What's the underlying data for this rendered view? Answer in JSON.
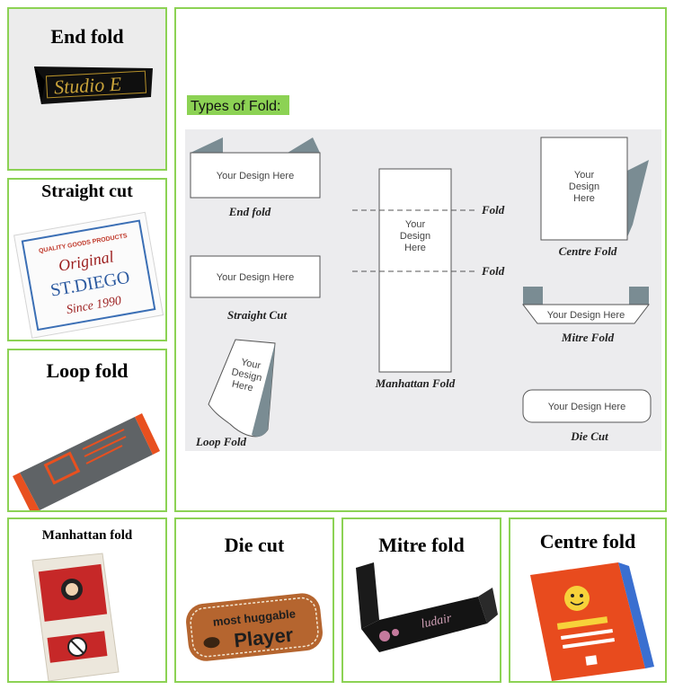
{
  "panels": {
    "end_fold": {
      "title": "End fold",
      "label_text": "Studio E"
    },
    "straight_cut": {
      "title": "Straight cut",
      "label_top": "QUALITY GOODS PRODUCTS",
      "label_script": "Original",
      "label_brand": "ST.DIEGO",
      "label_since": "Since 1990"
    },
    "loop_fold": {
      "title": "Loop fold"
    },
    "manhattan_fold": {
      "title": "Manhattan fold"
    },
    "die_cut": {
      "title": "Die cut",
      "label_line1": "most huggable",
      "label_line2": "Player"
    },
    "mitre_fold": {
      "title": "Mitre fold",
      "label_text": "ludair"
    },
    "centre_fold": {
      "title": "Centre fold"
    }
  },
  "diagram": {
    "heading": "Types of Fold:",
    "design_text": "Your Design Here",
    "design_text_stacked": [
      "Your",
      "Design",
      "Here"
    ],
    "labels": {
      "end_fold": "End fold",
      "straight_cut": "Straight Cut",
      "loop_fold": "Loop Fold",
      "manhattan_fold": "Manhattan Fold",
      "centre_fold": "Centre Fold",
      "mitre_fold": "Mitre Fold",
      "die_cut": "Die Cut",
      "fold_upper": "Fold",
      "fold_lower": "Fold"
    }
  },
  "colors": {
    "border": "#8cd254",
    "heading_bg": "#8cd254",
    "diagram_bg": "#ececee",
    "fold_grey": "#7a8c93"
  }
}
